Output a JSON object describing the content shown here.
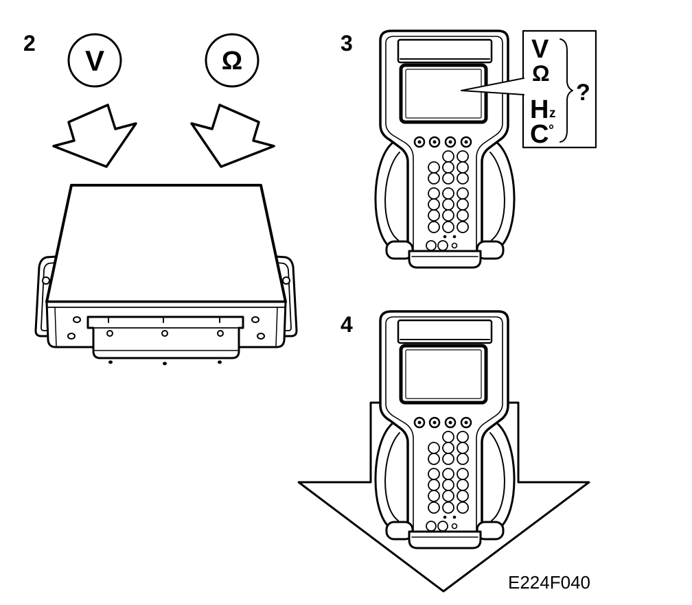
{
  "steps": {
    "step2": "2",
    "step3": "3",
    "step4": "4"
  },
  "symbols": {
    "voltage": "V",
    "resistance": "Ω"
  },
  "measurement_units": {
    "volt": "V",
    "ohm": "Ω",
    "hertz": {
      "base": "H",
      "sub": "z"
    },
    "celsius": {
      "base": "C",
      "sup": "°"
    }
  },
  "query": "?",
  "figure_code": "E224F040",
  "colors": {
    "line": "#000000",
    "background": "#ffffff"
  }
}
